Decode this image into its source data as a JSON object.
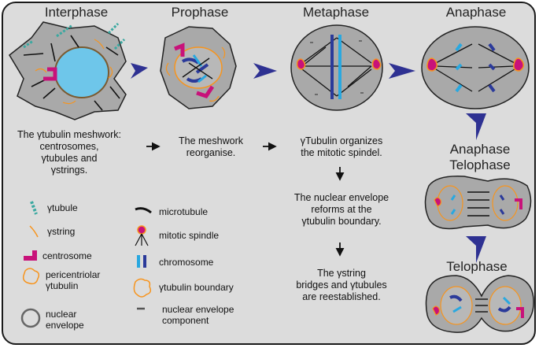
{
  "phases": {
    "interphase": "Interphase",
    "prophase": "Prophase",
    "metaphase": "Metaphase",
    "anaphase": "Anaphase",
    "anaphase_telophase": "Anaphase\nTelophase",
    "telophase": "Telophase"
  },
  "descriptions": {
    "interphase": "The γtubulin meshwork:\ncentrosomes,\nγtubules and\nγstrings.",
    "prophase": "The meshwork\nreorganise.",
    "metaphase": "γTubulin organizes\nthe mitotic spindel.",
    "envelope": "The nuclear envelope\nreforms at the\nγtubulin boundary.",
    "bridges": "The γstring\nbridges and γtubules\nare reestablished."
  },
  "legend": {
    "gtubule": "γtubule",
    "gstring": "γstring",
    "centrosome": "centrosome",
    "pericentriolar": "pericentriolar\nγtubulin",
    "nuclear_envelope": "nuclear\nenvelope",
    "microtubule": "microtubule",
    "mitotic_spindle": "mitotic spindle",
    "chromosome": "chromosome",
    "gtubulin_boundary": "γtubulin boundary",
    "envelope_component": "nuclear envelope\ncomponent"
  },
  "colors": {
    "cell": "#a9a9a9",
    "arrow": "#2e3192",
    "nucleus": "#6ec6ea",
    "centrosome": "#c8127a",
    "gstring": "#f7941d",
    "chromosome_dark": "#2b3a9a",
    "chromosome_light": "#29a8e0",
    "gtubule": "#3aa8a0"
  }
}
